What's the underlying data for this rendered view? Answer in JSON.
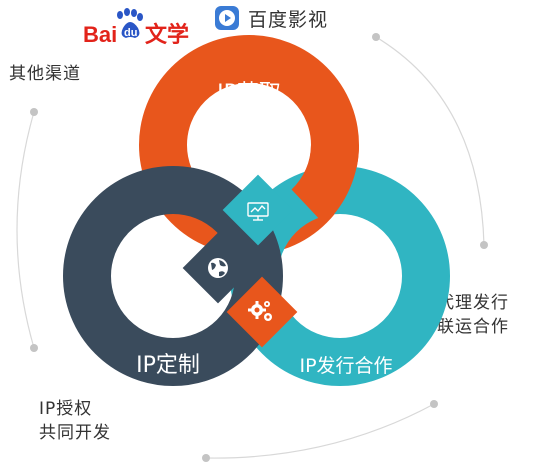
{
  "brand": {
    "baidu_logo_text": "Bai du 文学",
    "video_icon": "play-circle-icon",
    "video_name": "百度影视"
  },
  "rings": {
    "top_label": "IP获取",
    "left_label": "IP定制",
    "right_label": "IP发行合作"
  },
  "center_icons": [
    "monitor-chart-icon",
    "globe-icon",
    "gears-icon"
  ],
  "side_labels": {
    "other_channels": "其他渠道",
    "licensing_line1": "IP授权",
    "licensing_line2": "共同开发",
    "agency_line1": "代理发行",
    "agency_line2": "联运合作"
  },
  "colors": {
    "orange": "#E8561C",
    "slate": "#3A4B5C",
    "teal": "#30B5C2",
    "baidu_red": "#E2231A",
    "baidu_blue": "#2A56C6",
    "arc_gray": "#D8D8D8",
    "dot_gray": "#C4C4C4"
  }
}
